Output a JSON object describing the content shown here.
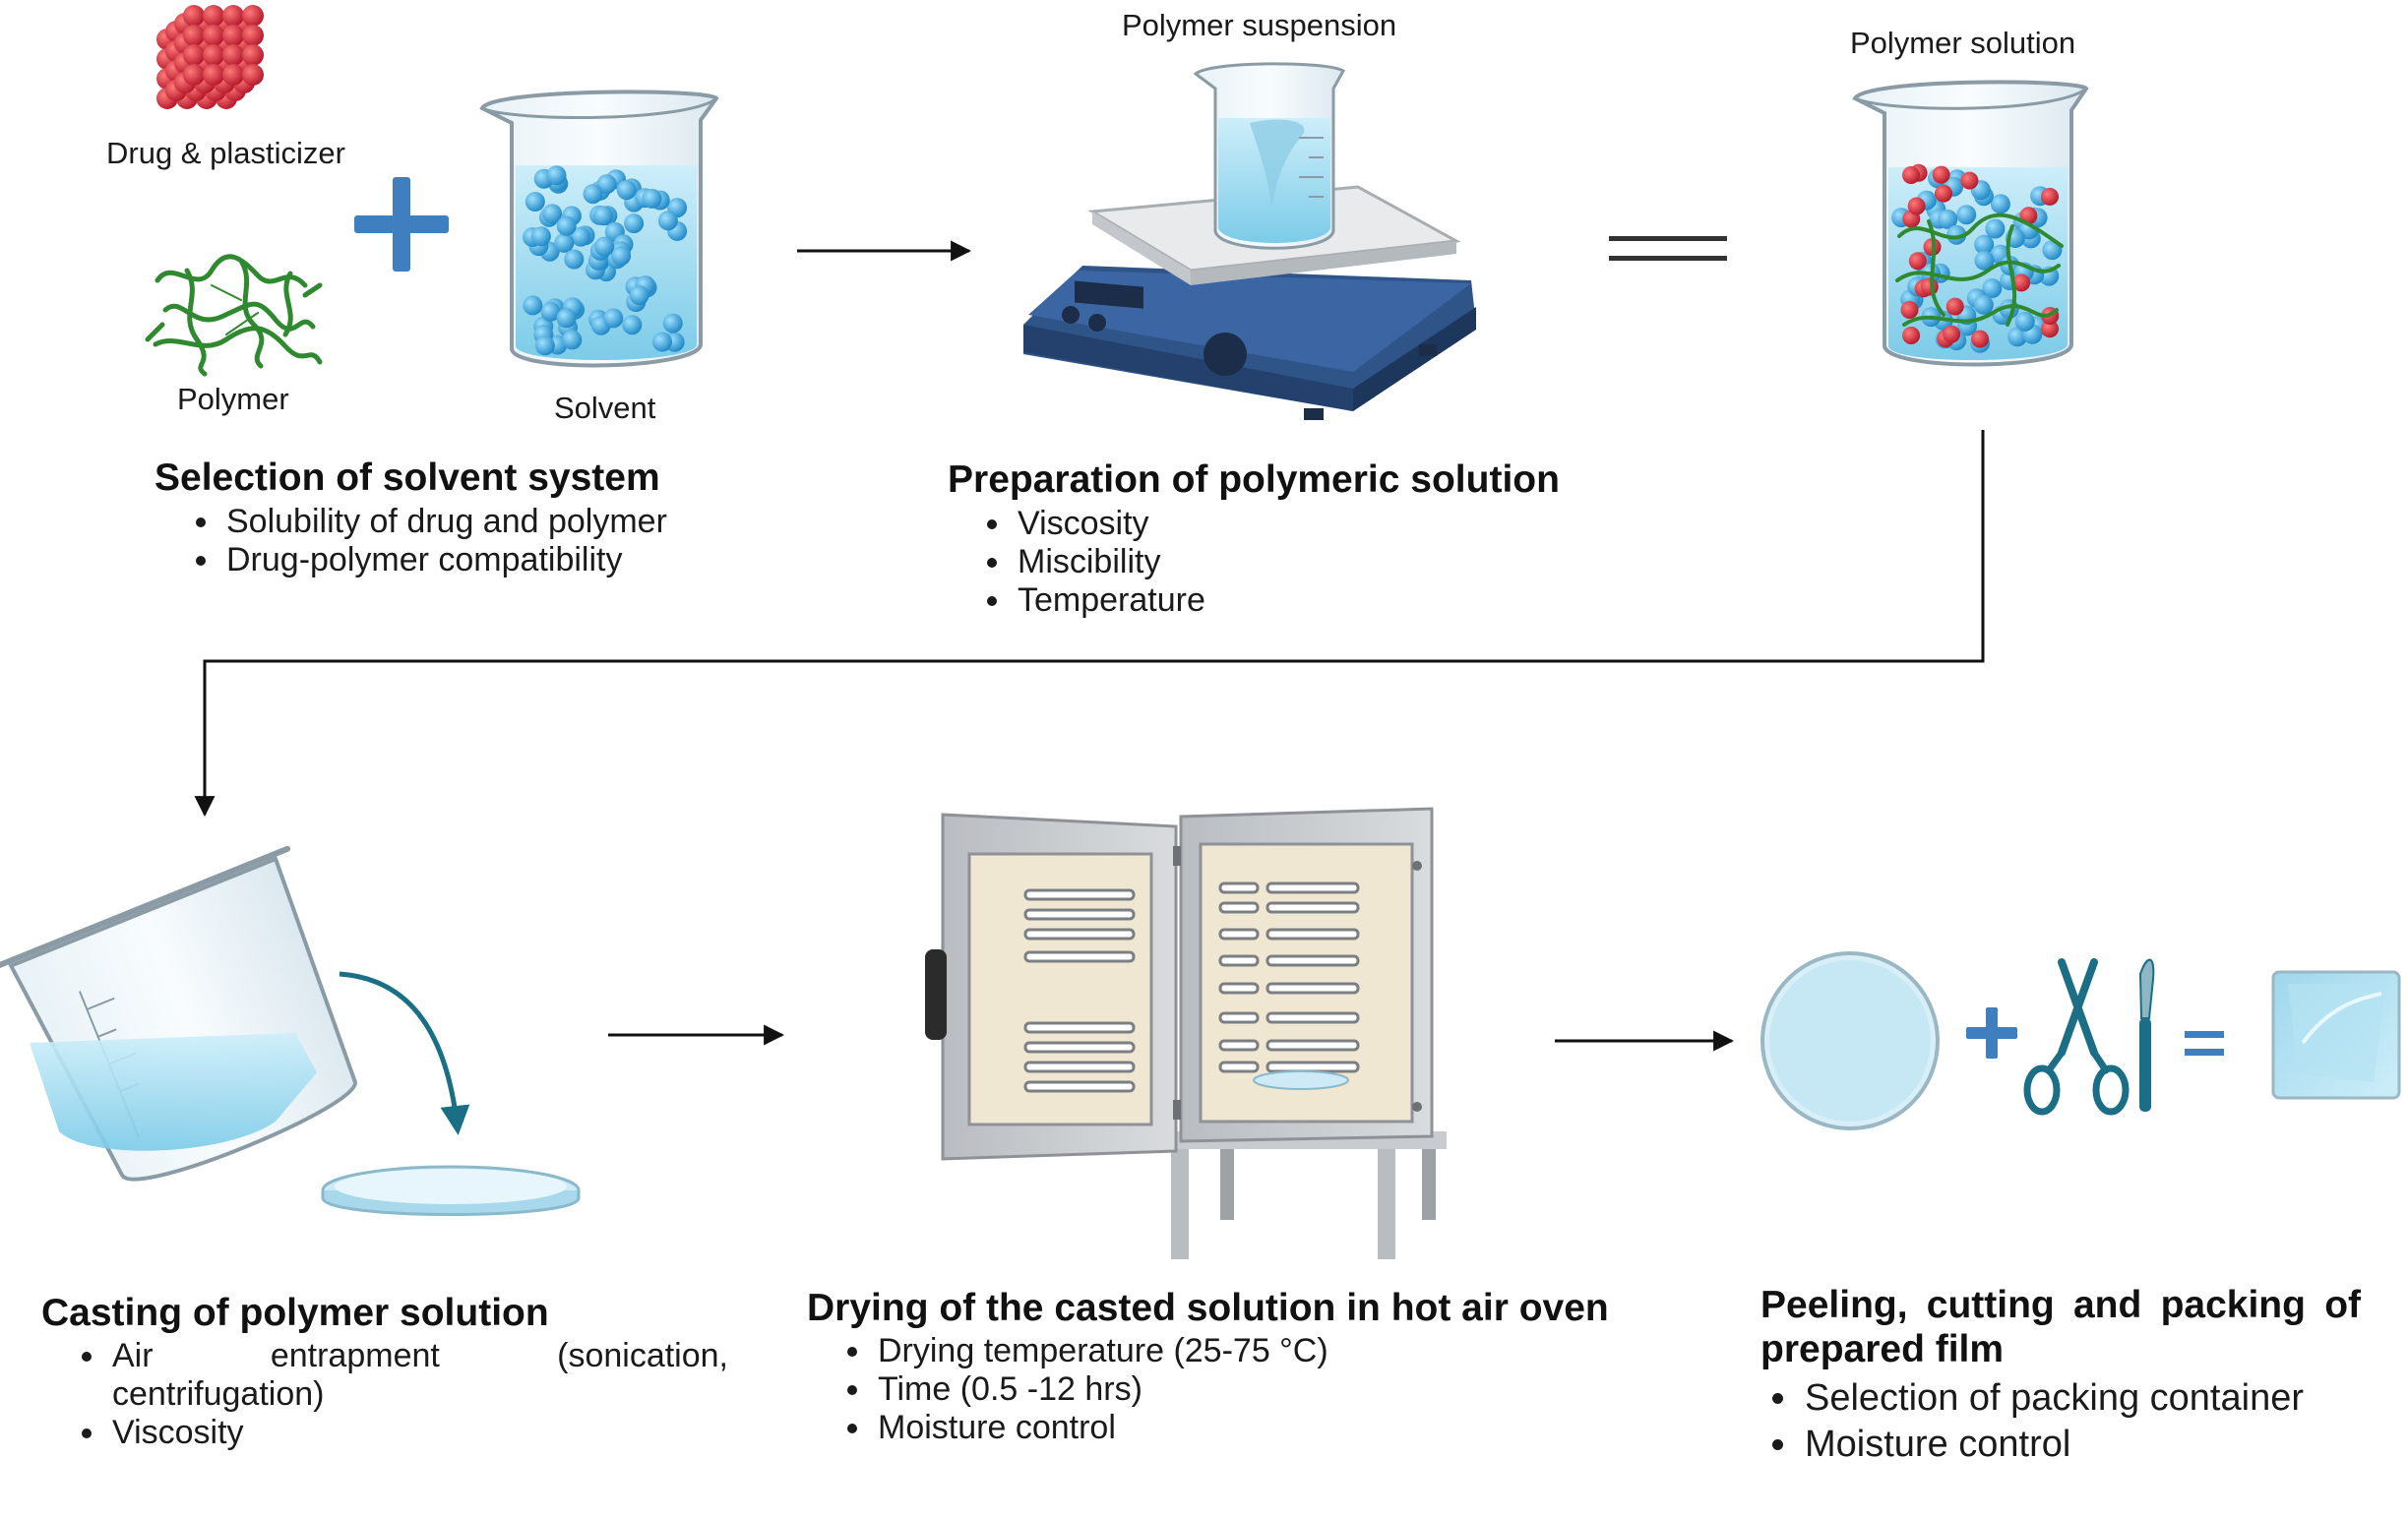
{
  "labels": {
    "drug": "Drug & plasticizer",
    "polymer": "Polymer",
    "solvent": "Solvent",
    "suspension": "Polymer suspension",
    "solution": "Polymer solution"
  },
  "steps": [
    {
      "title": "Selection of solvent system",
      "points": [
        "Solubility of drug and polymer",
        "Drug-polymer compatibility"
      ]
    },
    {
      "title": "Preparation of polymeric solution",
      "points": [
        "Viscosity",
        "Miscibility",
        "Temperature"
      ]
    },
    {
      "title": "Casting of polymer solution",
      "points": [
        "Air entrapment (sonication, centrifugation)",
        "Viscosity"
      ]
    },
    {
      "title": "Drying of the casted solution in hot air oven",
      "points": [
        "Drying temperature (25-75 °C)",
        "Time (0.5 -12 hrs)",
        "Moisture control"
      ]
    },
    {
      "title_line1": "Peeling, cutting and packing of",
      "title_line2": "prepared film",
      "points": [
        "Selection of packing container",
        "Moisture control"
      ]
    }
  ],
  "colors": {
    "accent_blue": "#3f7fbf",
    "water": "#a9dcef",
    "beads": "#3aa9d9",
    "drug_red": "#c8283a",
    "polymer_green": "#2f8a2f",
    "instrument_navy": "#2f5488",
    "teal": "#1a6f86"
  },
  "icons": [
    "drug-cube-icon",
    "polymer-network-icon",
    "plus-icon",
    "beaker-icon",
    "magnetic-stirrer-icon",
    "equals-icon",
    "pouring-beaker-icon",
    "petri-dish-icon",
    "hot-air-oven-icon",
    "scissors-icon",
    "scalpel-icon",
    "film-icon"
  ]
}
